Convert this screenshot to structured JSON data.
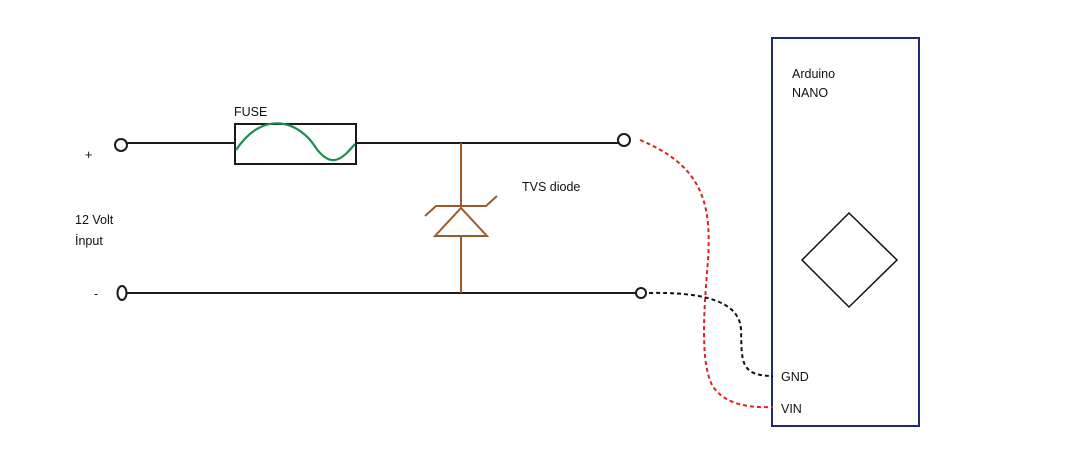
{
  "labels": {
    "fuse": "FUSE",
    "plus": "+",
    "minus": "-",
    "input_line1": "12 Volt",
    "input_line2": "İnput",
    "tvs": "TVS diode",
    "board_line1": "Arduino",
    "board_line2": "NANO",
    "gnd_pin": "GND",
    "vin_pin": "VIN"
  },
  "colors": {
    "wire": "#1a1a1a",
    "fuse_wave": "#1e8c4e",
    "tvs_diode": "#9a5a2c",
    "vin_wire": "#e02020",
    "gnd_wire": "#111111",
    "board_border": "#1f2a78"
  }
}
